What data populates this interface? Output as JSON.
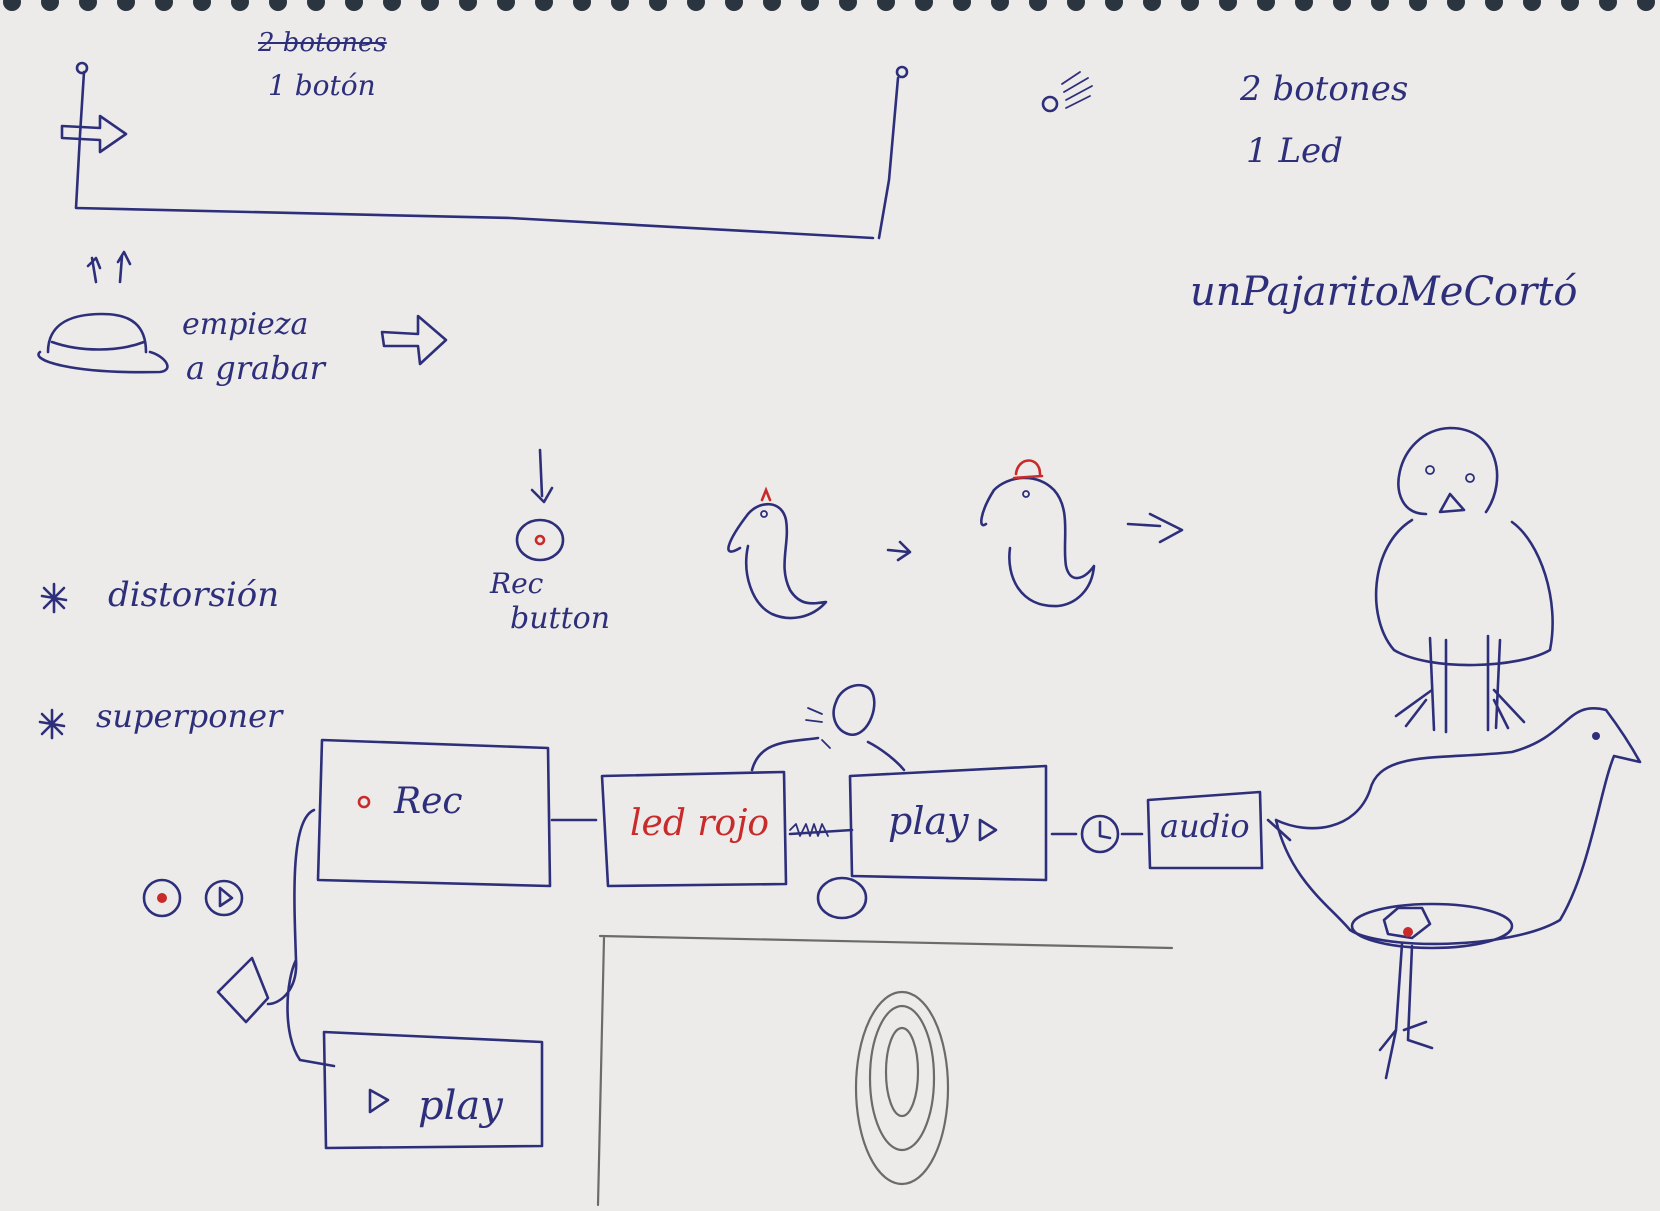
{
  "notes": {
    "crossed": "2 botones",
    "one_button": "1 botón",
    "two_buttons": "2 botones",
    "one_led": "1 Led",
    "project_name": "unPajaritoMeCortó",
    "start_recording_line1": "empieza",
    "start_recording_line2": "a grabar",
    "rec_button_line1": "Rec",
    "rec_button_line2": "button",
    "idea_distortion": "distorsión",
    "idea_overlay": "superponer"
  },
  "flow": {
    "rec_box": "Rec",
    "led_box": "led rojo",
    "play_box": "play",
    "audio_box": "audio",
    "play_bottom_box": "play"
  },
  "colors": {
    "ink": "#2e2f7a",
    "red_ink": "#c92a2a",
    "pencil": "#6b6b6b",
    "paper": "#ecebea"
  }
}
